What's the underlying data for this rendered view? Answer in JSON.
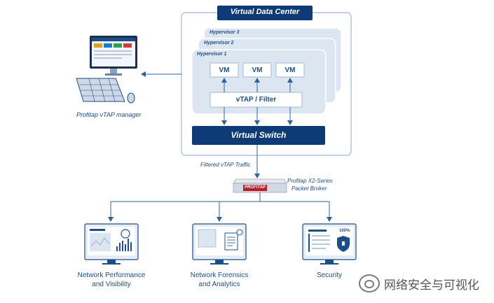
{
  "datacenter": {
    "title": "Virtual Data Center"
  },
  "hypervisors": [
    "Hypervisor 3",
    "Hypervisor 2",
    "Hypervisor 1"
  ],
  "vms": [
    "VM",
    "VM",
    "VM"
  ],
  "vtap_filter": "vTAP / Filter",
  "virtual_switch": "Virtual Switch",
  "manager": {
    "label": "Profitap vTAP manager"
  },
  "traffic": {
    "label": "Filtered vTAP Traffic"
  },
  "broker": {
    "line1": "Profitap X2-Series",
    "line2": "Packet Broker",
    "device_label": "PROFITAP"
  },
  "outputs": [
    {
      "line1": "Network Performance",
      "line2": "and Visibility"
    },
    {
      "line1": "Network Forensics",
      "line2": "and Analytics"
    },
    {
      "line1": "Security",
      "line2": ""
    }
  ],
  "security_badge": "100%",
  "watermark": "网络安全与可视化",
  "colors": {
    "navy": "#0e3a75",
    "label": "#1c4f8a",
    "panel": "#dbe6f1",
    "border": "#9fbad8",
    "line": "#2d62a0"
  }
}
